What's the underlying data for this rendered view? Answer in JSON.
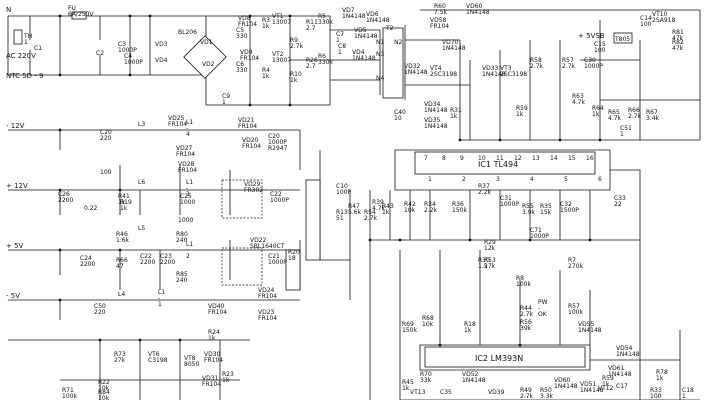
{
  "rails": {
    "n": "N",
    "ac": "AC 220V",
    "ntc": "NTC 5D - 9",
    "m12": "- 12V",
    "p12": "+ 12V",
    "p5": "+ 5V",
    "m5": "- 5V",
    "p5sb": "+ 5VSB"
  },
  "ics": {
    "ic1": "IC1 TL494",
    "ic2": "IC2 LM393N",
    "t805": "T805"
  },
  "parts": [
    {
      "id": "fu",
      "text": "FU 6A/250V"
    },
    {
      "id": "th1",
      "text": "TH 1"
    },
    {
      "id": "c1",
      "text": "C1"
    },
    {
      "id": "c2",
      "text": "C2"
    },
    {
      "id": "c3",
      "text": "C3 1000P"
    },
    {
      "id": "c4",
      "text": "C4 1000P"
    },
    {
      "id": "vd3",
      "text": "VD3"
    },
    {
      "id": "vd4",
      "text": "VD4"
    },
    {
      "id": "bl206",
      "text": "BL206"
    },
    {
      "id": "vd1",
      "text": "VD1"
    },
    {
      "id": "vd2",
      "text": "VD2"
    },
    {
      "id": "c5",
      "text": "C5 330"
    },
    {
      "id": "c6",
      "text": "C6 330"
    },
    {
      "id": "c9",
      "text": "C9 1"
    },
    {
      "id": "r3",
      "text": "R3 1k"
    },
    {
      "id": "r4",
      "text": "R4 1k"
    },
    {
      "id": "vd8",
      "text": "VD8 FR104"
    },
    {
      "id": "vd9",
      "text": "VD9 FR104"
    },
    {
      "id": "vt1",
      "text": "VT1 13007"
    },
    {
      "id": "vt2",
      "text": "VT2 13007"
    },
    {
      "id": "r11",
      "text": "R11 2.7"
    },
    {
      "id": "r5",
      "text": "R5 330k"
    },
    {
      "id": "r6",
      "text": "R6 330k"
    },
    {
      "id": "r9",
      "text": "R9 2.7k"
    },
    {
      "id": "r10",
      "text": "R10 1k"
    },
    {
      "id": "r26",
      "text": "R26 2.7"
    },
    {
      "id": "vd7",
      "text": "VD7 1N4148"
    },
    {
      "id": "vd6",
      "text": "VD6 1N4148"
    },
    {
      "id": "c7",
      "text": "C7 1"
    },
    {
      "id": "c8",
      "text": "C8 1"
    },
    {
      "id": "vd5",
      "text": "VD5 1N4148"
    },
    {
      "id": "vd4b",
      "text": "VD4 1N4148"
    },
    {
      "id": "t2",
      "text": "T2"
    },
    {
      "id": "n1",
      "text": "N1"
    },
    {
      "id": "n2",
      "text": "N2"
    },
    {
      "id": "n3",
      "text": "N3"
    },
    {
      "id": "n4",
      "text": "N4"
    },
    {
      "id": "r60",
      "text": "R60 7.5k"
    },
    {
      "id": "vd58",
      "text": "VD58 FR104"
    },
    {
      "id": "vd60",
      "text": "VD60 1N4148"
    },
    {
      "id": "vt4",
      "text": "VT4 2SC3198"
    },
    {
      "id": "vt3",
      "text": "VT3 2SC3198"
    },
    {
      "id": "vd32",
      "text": "VD32 1N4148"
    },
    {
      "id": "vd33",
      "text": "VD33 1N4148"
    },
    {
      "id": "vd34",
      "text": "VD34 1N4148"
    },
    {
      "id": "vd35",
      "text": "VD35 1N4148"
    },
    {
      "id": "r31",
      "text": "R31 1k"
    },
    {
      "id": "r59",
      "text": "R59 1k"
    },
    {
      "id": "r58",
      "text": "R58 2.7k"
    },
    {
      "id": "c40",
      "text": "C40 10"
    },
    {
      "id": "vd70",
      "text": "VD70 1N4148"
    },
    {
      "id": "r57",
      "text": "R57 2.7k"
    },
    {
      "id": "vt10",
      "text": "VT10 2SA918"
    },
    {
      "id": "c14",
      "text": "C14 100"
    },
    {
      "id": "c15",
      "text": "C15 100"
    },
    {
      "id": "c30",
      "text": "C30 1000P"
    },
    {
      "id": "r81",
      "text": "R81 47k"
    },
    {
      "id": "r82",
      "text": "R82 47k"
    },
    {
      "id": "r63",
      "text": "R63 4.7k"
    },
    {
      "id": "r64",
      "text": "R64 1k"
    },
    {
      "id": "r65",
      "text": "R65 4.7k"
    },
    {
      "id": "r66",
      "text": "R66 2.7k"
    },
    {
      "id": "r67",
      "text": "R67 3.4k"
    },
    {
      "id": "c51",
      "text": "C51 1"
    },
    {
      "id": "c20",
      "text": "C20 220"
    },
    {
      "id": "l3",
      "text": "L3"
    },
    {
      "id": "vd25",
      "text": "VD25 FR104"
    },
    {
      "id": "l14",
      "text": "L1 - 4"
    },
    {
      "id": "vd21",
      "text": "VD21 FR104"
    },
    {
      "id": "c20b",
      "text": "C20 1000P"
    },
    {
      "id": "r2947",
      "text": "R2947"
    },
    {
      "id": "vd20",
      "text": "VD20 FR104"
    },
    {
      "id": "vd27",
      "text": "VD27 FR104"
    },
    {
      "id": "vd28",
      "text": "VD28 FR104"
    },
    {
      "id": "c100",
      "text": "100"
    },
    {
      "id": "c26",
      "text": "C26 2200"
    },
    {
      "id": "l6",
      "text": "L6"
    },
    {
      "id": "l13",
      "text": "L1 - 3"
    },
    {
      "id": "vd29",
      "text": "VD29 FR302"
    },
    {
      "id": "c22",
      "text": "C22 1000P"
    },
    {
      "id": "r19",
      "text": "R19 1k"
    },
    {
      "id": "c25",
      "text": "C25 1000"
    },
    {
      "id": "r41",
      "text": "R41 1k"
    },
    {
      "id": "c022",
      "text": "0.22"
    },
    {
      "id": "l5",
      "text": "L5"
    },
    {
      "id": "c1000",
      "text": "1000"
    },
    {
      "id": "r46",
      "text": "R46 1.6k"
    },
    {
      "id": "r80",
      "text": "R80 240"
    },
    {
      "id": "l12",
      "text": "L1 - 2"
    },
    {
      "id": "vd22",
      "text": "VD22 SBL1640CT"
    },
    {
      "id": "c21",
      "text": "C21 1000P"
    },
    {
      "id": "r20",
      "text": "R20 18"
    },
    {
      "id": "c24",
      "text": "C24 2200"
    },
    {
      "id": "r66b",
      "text": "R66 47"
    },
    {
      "id": "c22b",
      "text": "C22 2200"
    },
    {
      "id": "c23",
      "text": "C23 2200"
    },
    {
      "id": "r85",
      "text": "R85 240"
    },
    {
      "id": "c10",
      "text": "C10 100P"
    },
    {
      "id": "r13",
      "text": "R13 51"
    },
    {
      "id": "c50",
      "text": "C50 220"
    },
    {
      "id": "l4",
      "text": "L4"
    },
    {
      "id": "l11",
      "text": "L1 - 1"
    },
    {
      "id": "vd24",
      "text": "VD24 FR104"
    },
    {
      "id": "vd40",
      "text": "VD40 FR104"
    },
    {
      "id": "vd23",
      "text": "VD23 FR104"
    },
    {
      "id": "r24",
      "text": "R24 1k"
    },
    {
      "id": "r73",
      "text": "R73 27k"
    },
    {
      "id": "vt6",
      "text": "VT6 C3198"
    },
    {
      "id": "vt8",
      "text": "VT8 8050"
    },
    {
      "id": "vd30",
      "text": "VD30 FR104"
    },
    {
      "id": "vd31",
      "text": "VD31 FR104"
    },
    {
      "id": "r71",
      "text": "R71 100k"
    },
    {
      "id": "r22",
      "text": "R22 10k"
    },
    {
      "id": "r84",
      "text": "R84 10k"
    },
    {
      "id": "r23",
      "text": "R23 1k"
    },
    {
      "id": "r39",
      "text": "R39 4.7k"
    },
    {
      "id": "r54",
      "text": "R54 2.7k"
    },
    {
      "id": "r47",
      "text": "R47 5.6k"
    },
    {
      "id": "r42",
      "text": "R42 10k"
    },
    {
      "id": "r43",
      "text": "R43 1k"
    },
    {
      "id": "r34",
      "text": "R34 2.2k"
    },
    {
      "id": "r36",
      "text": "R36 150k"
    },
    {
      "id": "r37",
      "text": "R37 2.2k"
    },
    {
      "id": "c31",
      "text": "C31 1000P"
    },
    {
      "id": "r55",
      "text": "R55 3.9k"
    },
    {
      "id": "c32",
      "text": "C32 1500P"
    },
    {
      "id": "r35",
      "text": "R35 15k"
    },
    {
      "id": "c33",
      "text": "C33 22"
    },
    {
      "id": "c71",
      "text": "C71 1000P"
    },
    {
      "id": "r29",
      "text": "R29 12k"
    },
    {
      "id": "r30",
      "text": "R30 1.5"
    },
    {
      "id": "r53",
      "text": "R53 27k"
    },
    {
      "id": "r7",
      "text": "R7 270k"
    },
    {
      "id": "r8",
      "text": "R8 100k"
    },
    {
      "id": "r44",
      "text": "R44 2.7k"
    },
    {
      "id": "r56",
      "text": "R56 39k"
    },
    {
      "id": "pwok",
      "text": "PW - OK"
    },
    {
      "id": "r57b",
      "text": "R57 100k"
    },
    {
      "id": "r69",
      "text": "R69 150k"
    },
    {
      "id": "r68",
      "text": "R68 10k"
    },
    {
      "id": "r18",
      "text": "R18 1k"
    },
    {
      "id": "vd55",
      "text": "VD55 1N4148"
    },
    {
      "id": "vd54",
      "text": "VD54 1N4148"
    },
    {
      "id": "vd51",
      "text": "VD51 1N4148"
    },
    {
      "id": "vd52",
      "text": "VD52 1N4148"
    },
    {
      "id": "vd39",
      "text": "VD39"
    },
    {
      "id": "vd60b",
      "text": "VD60 1N4148"
    },
    {
      "id": "vd61",
      "text": "VD61 1N4148"
    },
    {
      "id": "r59b",
      "text": "R59 1k"
    },
    {
      "id": "c17",
      "text": "C17"
    },
    {
      "id": "r78",
      "text": "R78 1k"
    },
    {
      "id": "r45",
      "text": "R45 1k"
    },
    {
      "id": "r70",
      "text": "R70 33k"
    },
    {
      "id": "c35",
      "text": "C35"
    },
    {
      "id": "r49",
      "text": "R49 2.7k"
    },
    {
      "id": "r50",
      "text": "R50 3.3k"
    },
    {
      "id": "r33",
      "text": "R33 100"
    },
    {
      "id": "c18",
      "text": "C18 1"
    },
    {
      "id": "vt12",
      "text": "VT12"
    },
    {
      "id": "vt13",
      "text": "VT13"
    }
  ],
  "pins": [
    "7",
    "8",
    "9",
    "10",
    "11",
    "12",
    "13",
    "14",
    "15",
    "16",
    "1",
    "2",
    "3",
    "4",
    "5",
    "6"
  ]
}
